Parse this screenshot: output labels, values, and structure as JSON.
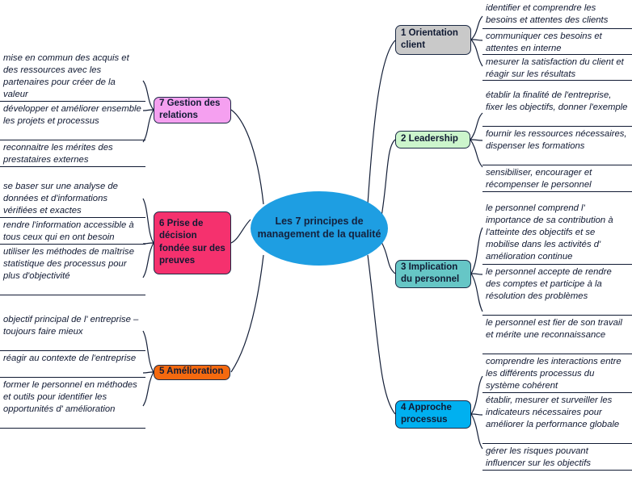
{
  "diagram": {
    "type": "mind-map",
    "center": {
      "label": "Les 7 principes de management de la qualité",
      "color": "#1e9ee2"
    },
    "branches": [
      {
        "id": "orientation-client",
        "number": "1",
        "label": "1 Orientation client",
        "color": "#c9c9c9",
        "side": "right",
        "items": [
          "identifier et comprendre les besoins et attentes des clients",
          "communiquer ces besoins et attentes en interne",
          "mesurer la satisfaction du client et réagir sur les résultats"
        ]
      },
      {
        "id": "leadership",
        "number": "2",
        "label": "2 Leadership",
        "color": "#ccf5cc",
        "side": "right",
        "items": [
          "établir la finalité de l'entreprise, fixer les objectifs, donner l'exemple",
          "fournir les ressources nécessaires, dispenser les formations",
          "sensibiliser, encourager et récompenser le personnel"
        ]
      },
      {
        "id": "implication-du-personnel",
        "number": "3",
        "label": "3 Implication du personnel",
        "color": "#66c6c6",
        "side": "right",
        "items": [
          "le personnel comprend l' importance de sa contribution à l'atteinte des objectifs et se mobilise dans les activités d' amélioration continue",
          "le personnel accepte de rendre des comptes et participe à la résolution des problèmes",
          "le personnel est fier de son travail et mérite une reconnaissance"
        ]
      },
      {
        "id": "approche-processus",
        "number": "4",
        "label": "4 Approche processus",
        "color": "#00b0f0",
        "side": "right",
        "items": [
          "comprendre les interactions entre les différents processus du système cohérent",
          "établir, mesurer et surveiller les indicateurs nécessaires pour améliorer la performance globale",
          "gérer les risques pouvant influencer sur les objectifs"
        ]
      },
      {
        "id": "amelioration",
        "number": "5",
        "label": "5 Amélioration",
        "color": "#f4690f",
        "side": "left",
        "items": [
          "objectif principal de l' entreprise – toujours faire mieux",
          "réagir au contexte de l'entreprise",
          "former le personnel en méthodes et outils pour identifier les opportunités  d' amélioration"
        ]
      },
      {
        "id": "prise-de-decision",
        "number": "6",
        "label": "6 Prise de décision fondée sur des preuves",
        "color": "#f5316e",
        "side": "left",
        "items": [
          "se baser sur une analyse de données et d'informations vérifiées et exactes",
          "rendre l'information accessible à tous ceux qui en ont besoin",
          "utiliser les méthodes de maîtrise statistique des processus pour plus d'objectivité"
        ]
      },
      {
        "id": "gestion-des-relations",
        "number": "7",
        "label": "7 Gestion des relations",
        "color": "#f5a0f0",
        "side": "left",
        "items": [
          "mise en commun des acquis et des ressources avec les partenaires pour créer de la valeur",
          "développer et améliorer ensemble les projets et processus",
          "reconnaitre les mérites des prestataires externes"
        ]
      }
    ]
  }
}
